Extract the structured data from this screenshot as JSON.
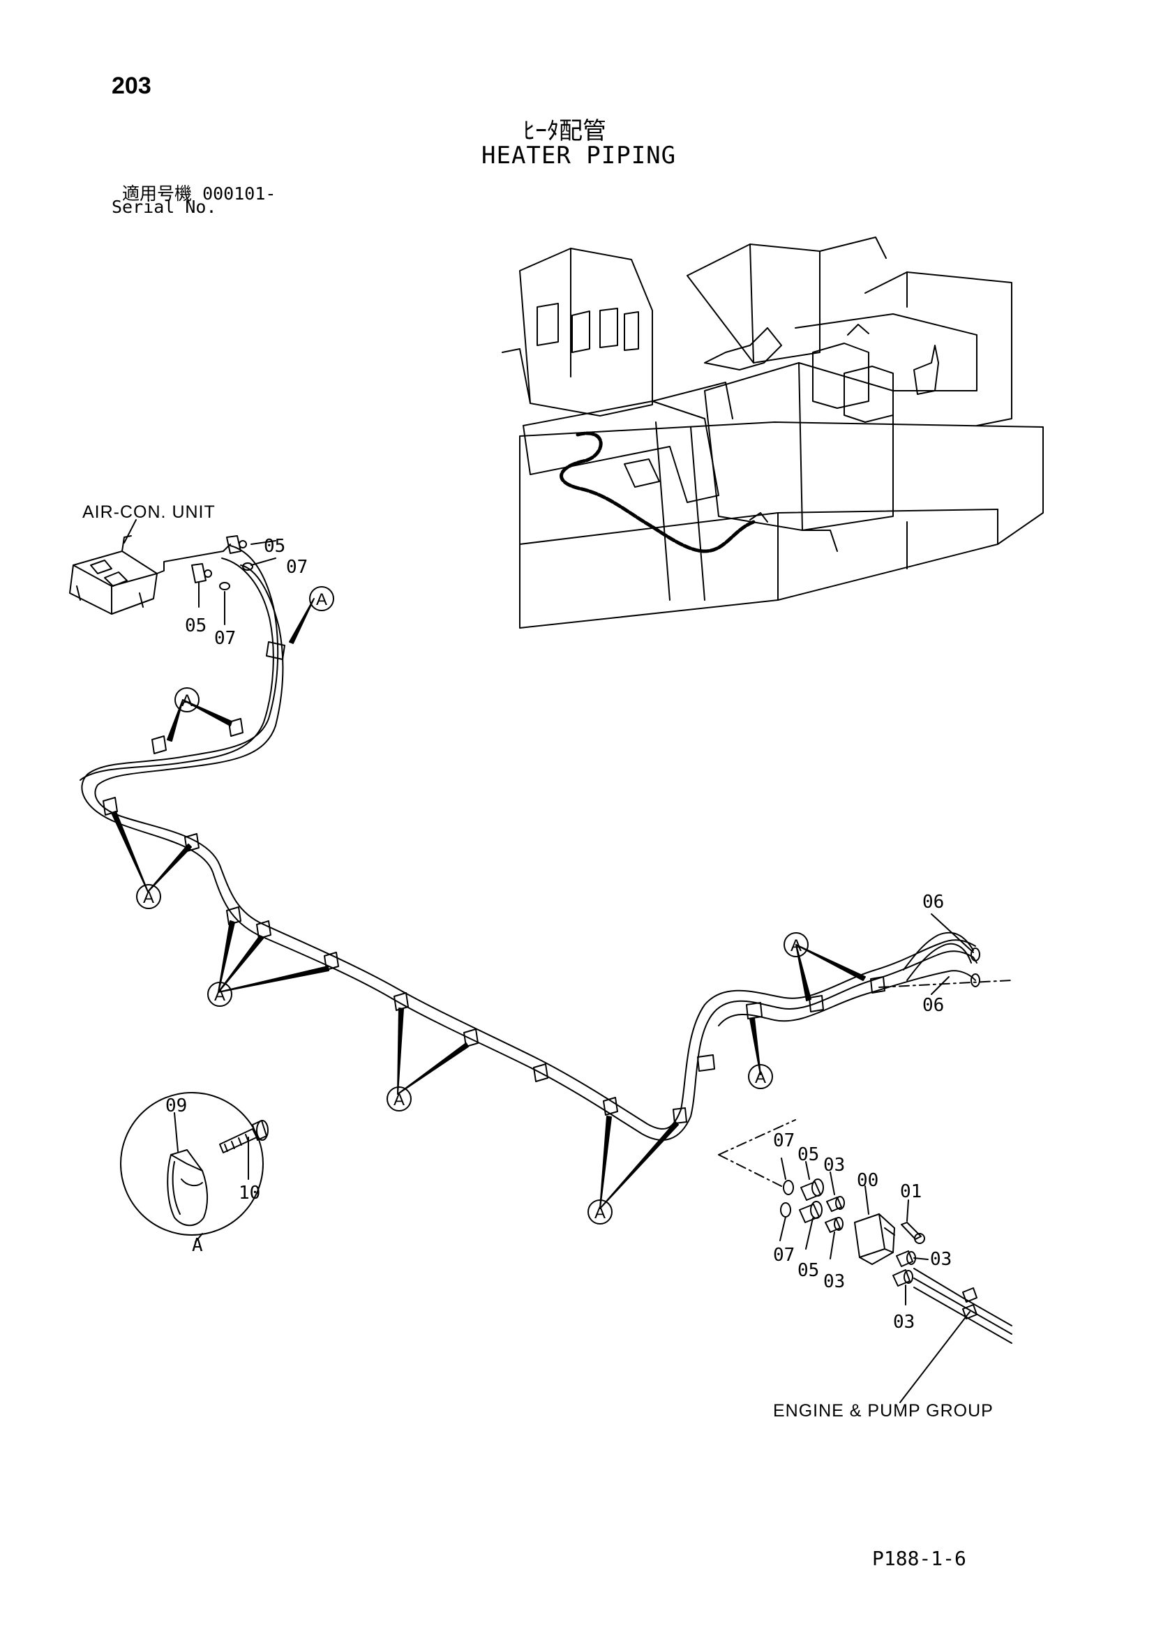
{
  "page": {
    "page_number": "203",
    "title_jp": "ﾋｰﾀ配管",
    "title_en": "HEATER PIPING",
    "serial_label_jp": "適用号機",
    "serial_value": "000101-",
    "serial_label_en": "Serial No.",
    "figure_code": "P188-1-6"
  },
  "labels": {
    "air_con_unit": "AIR-CON. UNIT",
    "engine_pump_group": "ENGINE & PUMP  GROUP",
    "detail_letter": "A"
  },
  "callouts": {
    "c05_top": "05",
    "c07_top": "07",
    "c05_left": "05",
    "c07_left": "07",
    "c06_top": "06",
    "c06_bottom": "06",
    "c09": "09",
    "c10": "10",
    "c07_conn_top": "07",
    "c05_conn_top": "05",
    "c03_conn_top": "03",
    "c00": "00",
    "c01": "01",
    "c03_right": "03",
    "c07_conn_bottom": "07",
    "c05_conn_bottom": "05",
    "c03_conn_bottom": "03",
    "c03_lower": "03"
  },
  "clamp_markers": [
    "A",
    "A",
    "A",
    "A",
    "A",
    "A",
    "A",
    "A"
  ]
}
